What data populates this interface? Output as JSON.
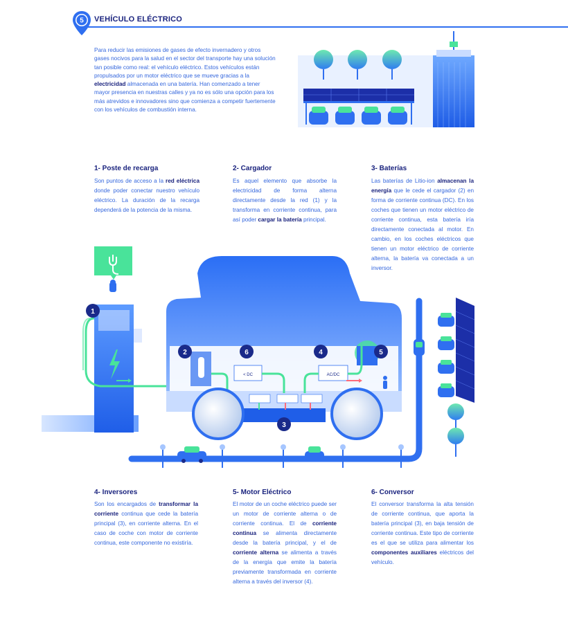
{
  "header": {
    "section_number": "5",
    "title": "VEHÍCULO ELÉCTRICO"
  },
  "intro": {
    "before": "Para reducir las emisiones de gases de efecto invernadero y otros gases nocivos para la salud en el sector del transporte hay una solución tan posible como real: el vehículo eléctrico. Estos vehículos están propulsados por un motor eléctrico que se mueve gracias a la ",
    "bold": "electricidad",
    "after": " almacenada en una batería. Han comenzado a tener mayor presencia en nuestras calles y ya no es sólo una opción para los más atrevidos e innovadores sino que comienza a competir fuertemente con los vehículos de combustión interna."
  },
  "sections": [
    {
      "title": "1- Poste de recarga",
      "parts": [
        {
          "t": "Son puntos de acceso a la ",
          "b": false
        },
        {
          "t": "red eléctrica",
          "b": true
        },
        {
          "t": " donde poder conectar nuestro vehículo eléctrico. La duración de la recarga dependerá de la potencia de la misma.",
          "b": false
        }
      ]
    },
    {
      "title": "2- Cargador",
      "parts": [
        {
          "t": "Es aquel elemento que absorbe la electricidad de forma alterna directamente desde la red (1) y la transforma en corriente continua, para así poder ",
          "b": false
        },
        {
          "t": "cargar la batería",
          "b": true
        },
        {
          "t": " principal.",
          "b": false
        }
      ]
    },
    {
      "title": "3- Baterías",
      "parts": [
        {
          "t": "Las baterías de Litio-ion ",
          "b": false
        },
        {
          "t": "almacenan la energía",
          "b": true
        },
        {
          "t": " que le cede el cargador (2) en forma de corriente continua (DC). En los coches que tienen un motor eléctrico de corriente continua, esta batería iría directamente conectada al motor. En cambio, en los coches eléctricos que tienen un motor eléctrico de corriente alterna, la batería va conectada a un inversor.",
          "b": false
        }
      ]
    },
    {
      "title": "4- Inversores",
      "parts": [
        {
          "t": "Son los encargados de ",
          "b": false
        },
        {
          "t": "transformar la corriente",
          "b": true
        },
        {
          "t": " continua que cede la batería principal (3), en corriente alterna. En el caso de coche con motor de corriente continua, este componente no existiría.",
          "b": false
        }
      ]
    },
    {
      "title": "5- Motor Eléctrico",
      "parts": [
        {
          "t": "El motor de un coche eléctrico puede ser un motor de corriente alterna o de corriente continua. El de ",
          "b": false
        },
        {
          "t": "corriente continua",
          "b": true
        },
        {
          "t": " se alimenta directamente desde la batería principal, y el de ",
          "b": false
        },
        {
          "t": "corriente alterna",
          "b": true
        },
        {
          "t": " se alimenta a través de la energía que emite la batería previamente transformada en corriente alterna a través del inversor (4).",
          "b": false
        }
      ]
    },
    {
      "title": "6- Conversor",
      "parts": [
        {
          "t": "El conversor transforma la alta tensión de corriente continua, que aporta la batería principal (3), en baja tensión de corriente continua. Este tipo de corriente es el que se utiliza para alimentar los ",
          "b": false
        },
        {
          "t": "componentes auxiliares",
          "b": true
        },
        {
          "t": " eléctricos del vehículo.",
          "b": false
        }
      ]
    }
  ],
  "diagram": {
    "badges": [
      "1",
      "2",
      "3",
      "4",
      "5",
      "6"
    ],
    "converter_label": "< DC",
    "inverter_label": "AC/DC"
  },
  "colors": {
    "navy": "#1a237e",
    "blue": "#2f6ff0",
    "text_blue": "#3366dd",
    "green": "#2ed37a",
    "light_blue": "#cfe2ff"
  }
}
